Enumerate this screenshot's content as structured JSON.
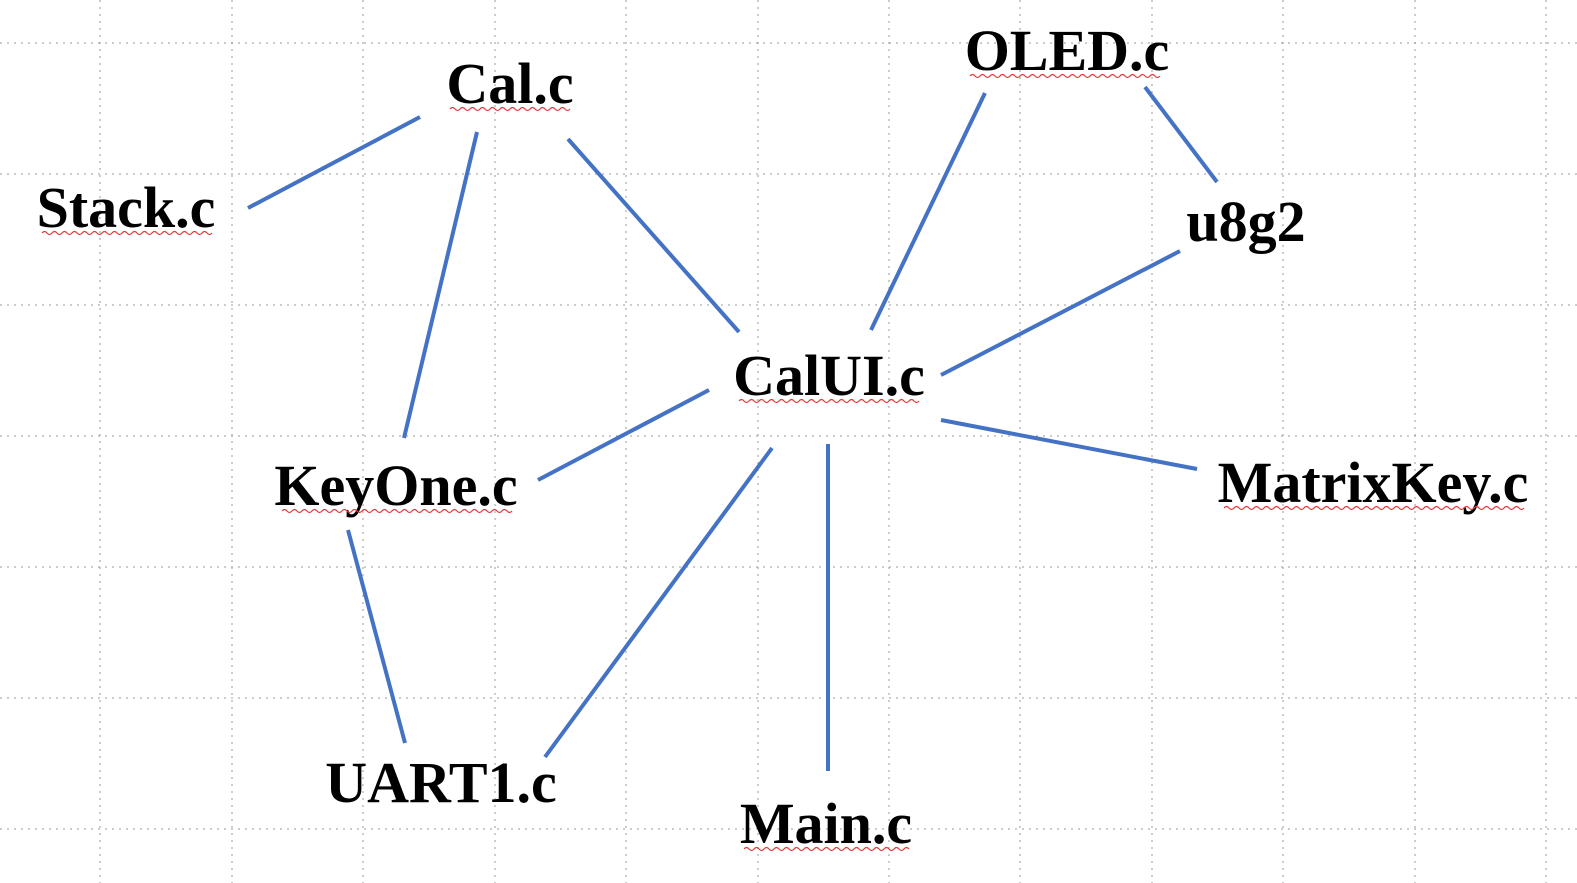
{
  "diagram": {
    "nodes": [
      {
        "id": "cal",
        "label": "Cal.c"
      },
      {
        "id": "oled",
        "label": "OLED.c"
      },
      {
        "id": "stack",
        "label": "Stack.c"
      },
      {
        "id": "u8g2",
        "label": "u8g2"
      },
      {
        "id": "calui",
        "label": "CalUI.c"
      },
      {
        "id": "keyone",
        "label": "KeyOne.c"
      },
      {
        "id": "matrixkey",
        "label": "MatrixKey.c"
      },
      {
        "id": "uart1",
        "label": "UART1.c"
      },
      {
        "id": "main",
        "label": "Main.c"
      }
    ],
    "edges": [
      {
        "from": "cal",
        "to": "stack"
      },
      {
        "from": "cal",
        "to": "keyone"
      },
      {
        "from": "cal",
        "to": "calui"
      },
      {
        "from": "oled",
        "to": "calui"
      },
      {
        "from": "oled",
        "to": "u8g2"
      },
      {
        "from": "u8g2",
        "to": "calui"
      },
      {
        "from": "calui",
        "to": "keyone"
      },
      {
        "from": "calui",
        "to": "matrixkey"
      },
      {
        "from": "calui",
        "to": "uart1"
      },
      {
        "from": "calui",
        "to": "main"
      },
      {
        "from": "keyone",
        "to": "uart1"
      }
    ],
    "colors": {
      "edge": "#4472c4",
      "text": "#000000",
      "grid": "#9a9a9a",
      "spellcheck_underline": "#e03c3c"
    }
  }
}
